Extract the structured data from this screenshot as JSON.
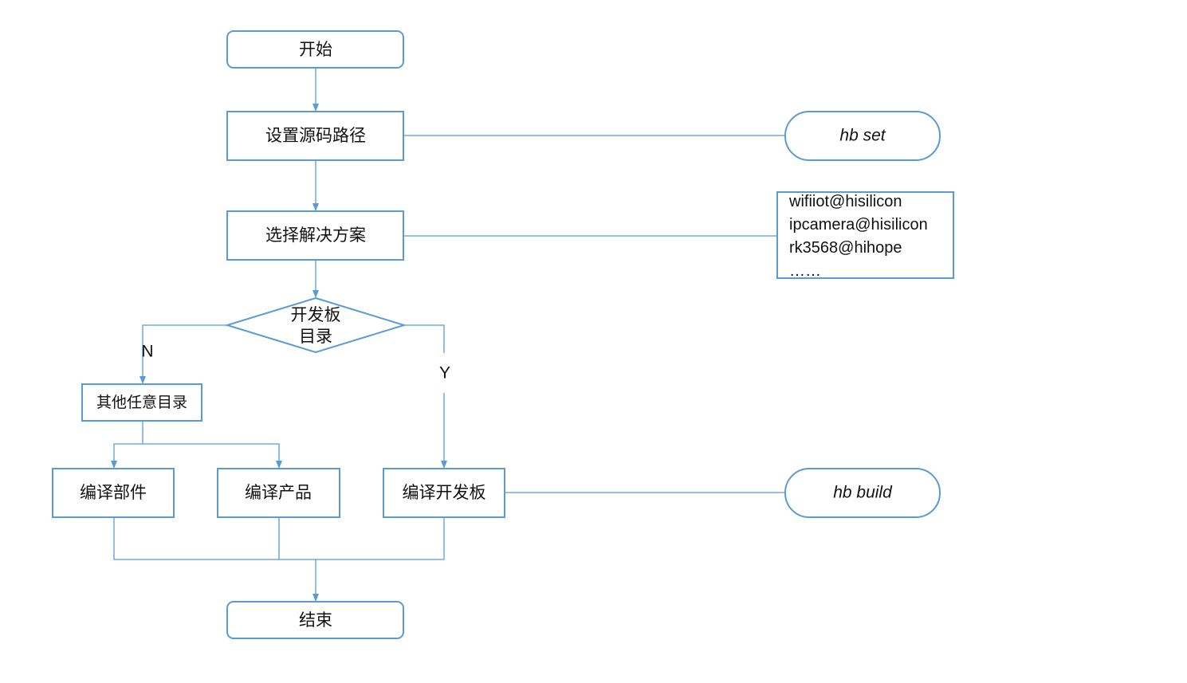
{
  "colors": {
    "stroke": "#5b9bd5",
    "text": "#111111",
    "background": "#ffffff"
  },
  "nodes": {
    "start": "开始",
    "set_path": "设置源码路径",
    "select_solution": "选择解决方案",
    "decision_line1": "开发板",
    "decision_line2": "目录",
    "other_dir": "其他任意目录",
    "build_component": "编译部件",
    "build_product": "编译产品",
    "build_board": "编译开发板",
    "end": "结束"
  },
  "branches": {
    "no": "N",
    "yes": "Y"
  },
  "commands": {
    "set": "hb set",
    "build": "hb build"
  },
  "solutions": [
    "wifiiot@hisilicon",
    "ipcamera@hisilicon",
    "rk3568@hihope",
    "……"
  ]
}
